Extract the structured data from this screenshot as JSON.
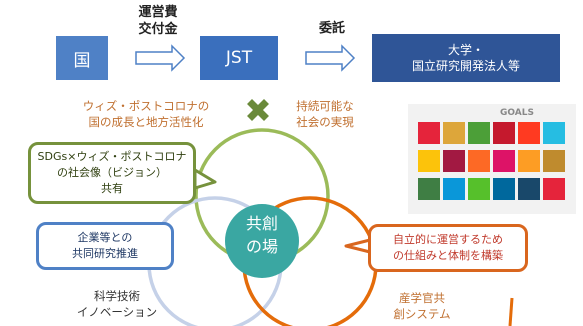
{
  "flow": {
    "funding_label": "運営費\n交付金",
    "entrust_label": "委託",
    "kuni": "国",
    "jst": "JST",
    "univ": "大学・\n国立研究開発法人等"
  },
  "notes": {
    "left": "ウィズ・ポストコロナの\n国の成長と地方活性化",
    "right": "持続可能な\n社会の実現"
  },
  "callouts": {
    "green": "SDGs×ウィズ・ポストコロナ\nの社会像（ビジョン）\n共有",
    "blue": "企業等との\n共同研究推進",
    "orange": "自立的に運営するため\nの仕組みと体制を構築"
  },
  "center": {
    "label": "共創\nの場"
  },
  "circles": {
    "blue_caption": "科学技術\nイノベーション",
    "orange_caption": "産学官共\n創システム"
  },
  "sdgs_image": {
    "title": "GOALS"
  },
  "colors": {
    "green": "#76923c",
    "blue": "#4f81c6",
    "orange": "#d9661e",
    "center": "#3aa7a2",
    "cross": "#6a8a3a"
  }
}
